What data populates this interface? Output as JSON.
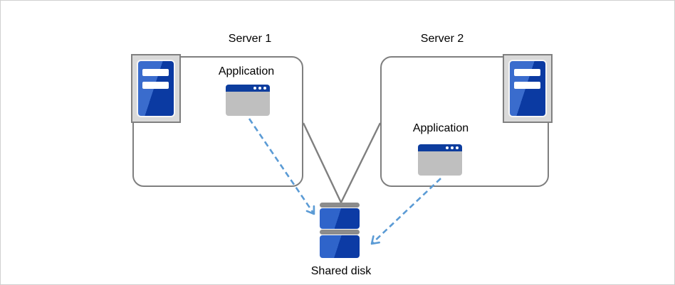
{
  "canvas": {
    "background": "#ffffff",
    "border_color": "#d0d0d0"
  },
  "servers": [
    {
      "label": "Server 1",
      "application": {
        "label": "Application"
      }
    },
    {
      "label": "Server 2",
      "application": {
        "label": "Application"
      }
    }
  ],
  "shared_disk": {
    "label": "Shared disk"
  },
  "icons": {
    "server_tower": "server-tower-icon",
    "application_window": "application-window-icon",
    "disk_stack": "shared-disk-icon",
    "arrow": "dashed-arrow"
  },
  "colors": {
    "box_border": "#7f7f7f",
    "connector_solid": "#7f7f7f",
    "connector_dashed": "#5b9bd5",
    "tower_blue_light": "#3a6ccd",
    "tower_blue_dark": "#0b3aa2",
    "titlebar_blue": "#0d3d9e",
    "window_body_gray": "#bfbfbf",
    "icon_frame_gray": "#d9d9d9",
    "disk_bar_gray": "#8c8c8c",
    "text_color": "#000000"
  }
}
